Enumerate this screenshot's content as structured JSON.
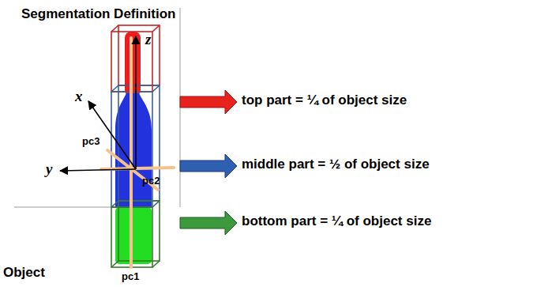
{
  "diagram": {
    "title": "Segmentation Definition",
    "labels": [
      "z",
      "x",
      "y",
      "pc3",
      "pc2",
      "pc1",
      "top part = ¼ of object size",
      "middle part = ½ of object size",
      "bottom part = ¼ of object size",
      "Object"
    ]
  }
}
